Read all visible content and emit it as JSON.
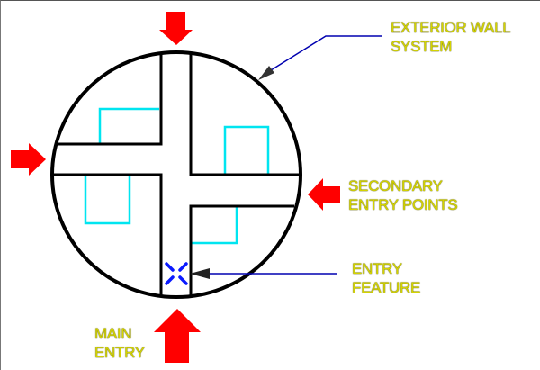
{
  "labels": {
    "exterior_wall": [
      "EXTERIOR WALL",
      "SYSTEM"
    ],
    "secondary_entry": [
      "SECONDARY",
      "ENTRY POINTS"
    ],
    "entry_feature": [
      "ENTRY",
      "FEATURE"
    ],
    "main_entry": [
      "MAIN",
      "ENTRY"
    ]
  },
  "colors": {
    "wall": "#000000",
    "arrow": "#ff0000",
    "room_outline": "#00e5f0",
    "leader": "#0000b0",
    "entry_feature": "#0a1aff",
    "label": "#d4d400"
  }
}
